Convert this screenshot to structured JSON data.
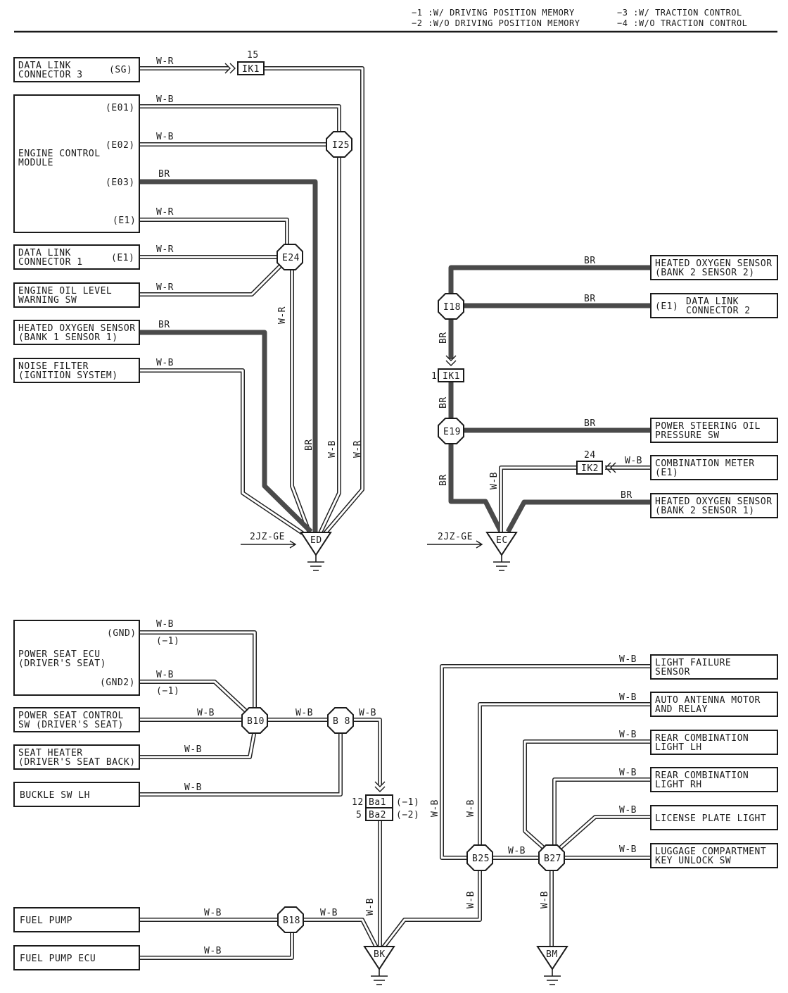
{
  "legend": {
    "l1": "−1 :W/ DRIVING POSITION MEMORY",
    "l2": "−2 :W/O DRIVING POSITION MEMORY",
    "l3": "−3 :W/ TRACTION CONTROL",
    "l4": "−4 :W/O TRACTION CONTROL"
  },
  "comp": {
    "dlc3_1": "DATA LINK",
    "dlc3_2": "CONNECTOR 3",
    "dlc3_pin": "(SG)",
    "ecm_1": "ENGINE CONTROL",
    "ecm_2": "MODULE",
    "ecm_e01": "(E01)",
    "ecm_e02": "(E02)",
    "ecm_e03": "(E03)",
    "ecm_e1": "(E1)",
    "dlc1_1": "DATA LINK",
    "dlc1_2": "CONNECTOR 1",
    "dlc1_pin": "(E1)",
    "oil_1": "ENGINE OIL LEVEL",
    "oil_2": "WARNING SW",
    "hos11_1": "HEATED OXYGEN SENSOR",
    "hos11_2": "(BANK 1 SENSOR 1)",
    "nf_1": "NOISE FILTER",
    "nf_2": "(IGNITION SYSTEM)",
    "hos22_1": "HEATED OXYGEN SENSOR",
    "hos22_2": "(BANK 2 SENSOR 2)",
    "dlc2_pin": "(E1)",
    "dlc2_1": "DATA LINK",
    "dlc2_2": "CONNECTOR 2",
    "ps_1": "POWER STEERING OIL",
    "ps_2": "PRESSURE SW",
    "cm_1": "COMBINATION METER",
    "cm_2": "(E1)",
    "hos21_1": "HEATED OXYGEN SENSOR",
    "hos21_2": "(BANK 2 SENSOR 1)",
    "pse_gnd": "(GND)",
    "pse_1": "POWER SEAT ECU",
    "pse_2": "(DRIVER'S SEAT)",
    "pse_gnd2": "(GND2)",
    "psc_1": "POWER SEAT CONTROL",
    "psc_2": "SW (DRIVER'S SEAT)",
    "sh_1": "SEAT HEATER",
    "sh_2": "(DRIVER'S SEAT BACK)",
    "buckle": "BUCKLE SW LH",
    "fp": "FUEL PUMP",
    "fpecu": "FUEL PUMP ECU",
    "lfs_1": "LIGHT FAILURE",
    "lfs_2": "SENSOR",
    "aam_1": "AUTO ANTENNA MOTOR",
    "aam_2": "AND RELAY",
    "rcl_1": "REAR COMBINATION",
    "rcl_2": "LIGHT LH",
    "rcr_1": "REAR COMBINATION",
    "rcr_2": "LIGHT RH",
    "lpl": "LICENSE PLATE LIGHT",
    "lck_1": "LUGGAGE COMPARTMENT",
    "lck_2": "KEY UNLOCK SW"
  },
  "wire": {
    "wr": "W-R",
    "wb": "W-B",
    "br": "BR"
  },
  "nodes": {
    "i25": "I25",
    "e24": "E24",
    "i18": "I18",
    "e19": "E19",
    "b10": "B10",
    "b8": "B 8",
    "b18": "B18",
    "b25": "B25",
    "b27": "B27"
  },
  "connectors": {
    "ik1": "IK1",
    "ik1_pin_top": "15",
    "ik1b_pin": "1",
    "ik2": "IK2",
    "ik2_pin": "24",
    "ba1": "Ba1",
    "ba1_pin": "12",
    "ba1_note": "(−1)",
    "ba2": "Ba2",
    "ba2_pin": "5",
    "ba2_note": "(−2)",
    "star1": "(−1)"
  },
  "grounds": {
    "ed": "ED",
    "ec": "EC",
    "bk": "BK",
    "bm": "BM",
    "engine": "2JZ-GE"
  }
}
